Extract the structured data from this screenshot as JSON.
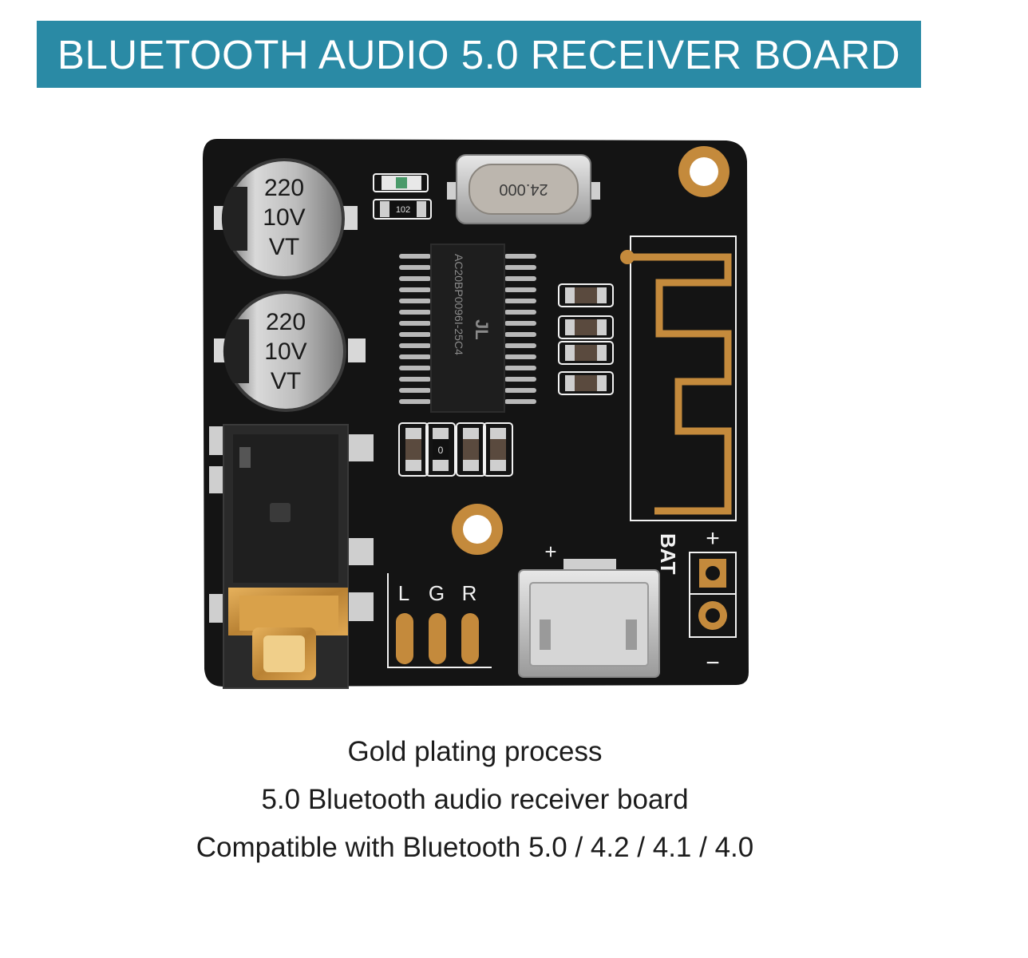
{
  "banner": {
    "title": "BLUETOOTH AUDIO 5.0 RECEIVER BOARD",
    "background": "#2a8aa5"
  },
  "board": {
    "capacitor_top": [
      "220",
      "10V",
      "VT"
    ],
    "capacitor_bottom": [
      "220",
      "10V",
      "VT"
    ],
    "resistor_code": "102",
    "crystal_label": "24.000",
    "chip_logo": "JL",
    "chip_marking": "AC20BP0096I-25C4",
    "small_part_code": "0",
    "audio_pins": [
      "L",
      "G",
      "R"
    ],
    "bat_label": "BAT",
    "plus_left": "+",
    "plus_right": "+",
    "minus": "−",
    "colors": {
      "pcb": "#141414",
      "gold": "#c48a3c",
      "silkscreen": "#f2f2f2"
    }
  },
  "captions": [
    "Gold plating process",
    "5.0 Bluetooth audio receiver board",
    "Compatible with Bluetooth 5.0 / 4.2 / 4.1 / 4.0"
  ]
}
